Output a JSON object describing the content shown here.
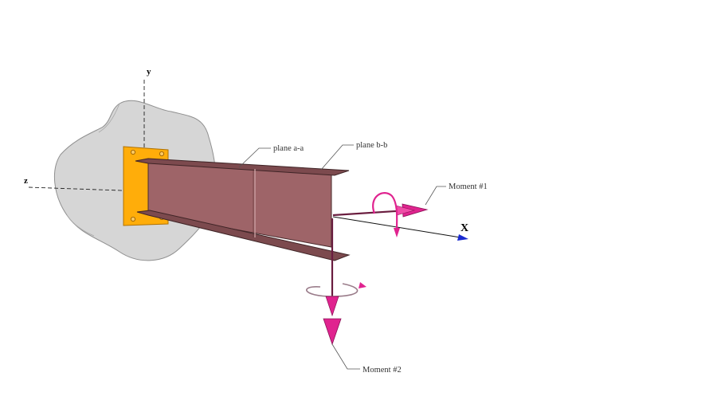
{
  "axes": {
    "x": "X",
    "y": "y",
    "z": "z"
  },
  "labels": {
    "plane_a": "plane a-a",
    "plane_b": "plane b-b",
    "moment_1": "Moment #1",
    "moment_2": "Moment #2"
  },
  "colors": {
    "background": "#ffffff",
    "wall": "#d4d4d4",
    "plate": "#ffad0a",
    "beam_web": "#9e6468",
    "beam_flange": "#7c4a4e",
    "moment_arrow": "#e0238f",
    "x_axis_head": "#1a2ad0"
  }
}
